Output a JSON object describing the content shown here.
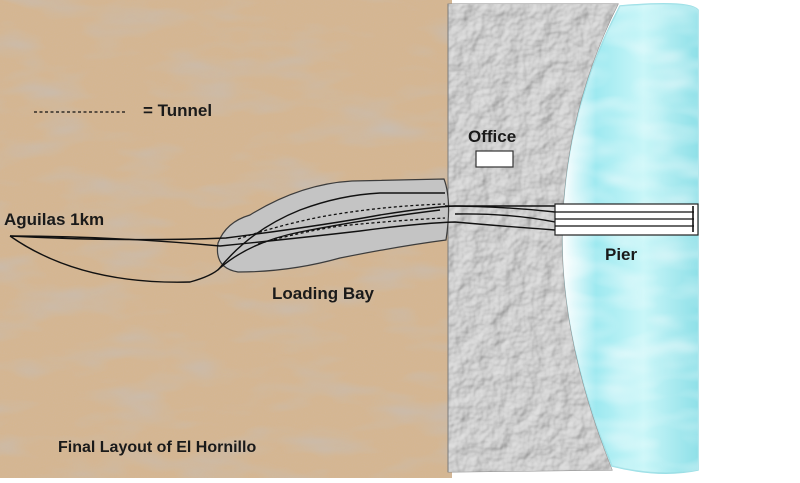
{
  "diagram": {
    "caption": "Final Layout of El Hornillo",
    "legend": {
      "tunnel_label": "= Tunnel"
    },
    "labels": {
      "aguilas": "Aguilas 1km",
      "loading_bay": "Loading Bay",
      "office": "Office",
      "pier": "Pier"
    },
    "colors": {
      "sand": "#d6b58e",
      "rock": "#b9b9b9",
      "sea": "#bff2f5",
      "loading_bay": "#c4c4c4",
      "track": "#111111"
    }
  }
}
